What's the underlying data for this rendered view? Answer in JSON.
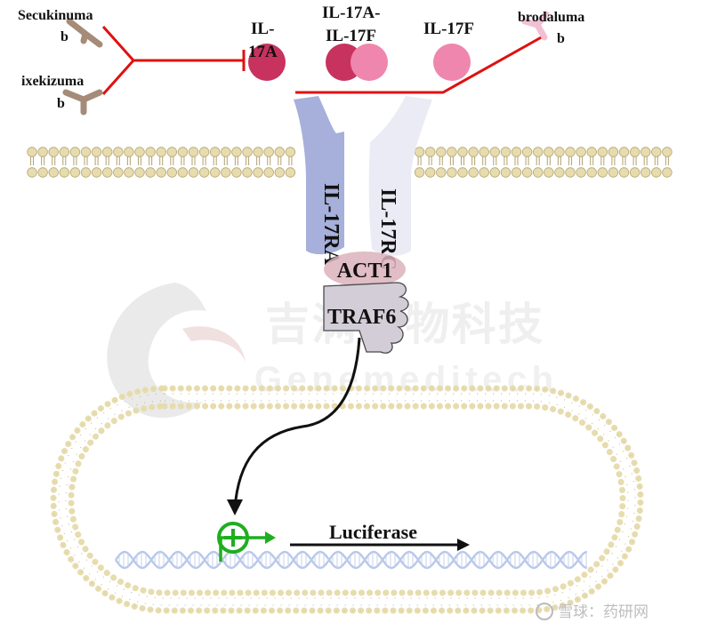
{
  "antibodies": {
    "secukinumab": "Secukinumab",
    "ixekizumab": "ixekizumab",
    "brodalumab": "brodalumab"
  },
  "ligands": {
    "il17a": "IL-17A",
    "il17af": "IL-17A-IL-17F",
    "il17f": "IL-17F"
  },
  "receptor": {
    "left_chain": "IL-17RA",
    "right_chain": "IL-17RC"
  },
  "adaptors": {
    "act1": "ACT1",
    "traf6": "TRAF6"
  },
  "reporter": {
    "gene": "Luciferase"
  },
  "watermark": {
    "cn": "吉满生物科技",
    "en": "Genemeditech"
  },
  "source_mark": {
    "text": "雪球：药研网"
  },
  "colors": {
    "il17a": "#c7325e",
    "il17f": "#ef86ad",
    "inhibit_line": "#e01010",
    "receptor_left": "#a6b0da",
    "receptor_right": "#e8e8f6",
    "act1": "#dcb2bc",
    "traf6": "#d2cdd6",
    "membrane_head": "#e7dcae",
    "activation": "#1fae1f",
    "dna": "#b8c8ea"
  }
}
